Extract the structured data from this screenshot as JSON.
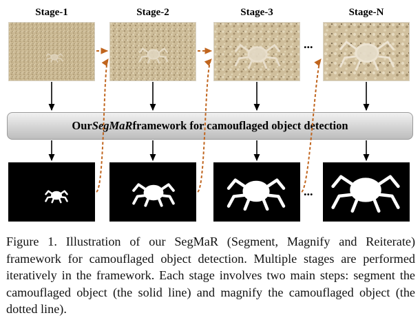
{
  "stages": [
    {
      "label": "Stage-1"
    },
    {
      "label": "Stage-2"
    },
    {
      "label": "Stage-3"
    },
    {
      "label": "Stage-N"
    }
  ],
  "ellipsis": "...",
  "framework_bar": {
    "prefix": "Our ",
    "emphasis": "SegMaR",
    "suffix": " framework for camouflaged object detection"
  },
  "caption": "Figure 1.  Illustration of our SegMaR (Segment, Magnify and Reiterate) framework for camouflaged object detection. Multiple stages are performed iteratively in the framework. Each stage involves two main steps: segment the camouflaged object (the solid line) and magnify the camouflaged object (the dotted line).",
  "colors": {
    "sand": "#cdbb95",
    "magnify_arrow": "#c0651e",
    "segment_arrow": "#000000",
    "mask_background": "#000000",
    "mask_foreground": "#ffffff"
  }
}
